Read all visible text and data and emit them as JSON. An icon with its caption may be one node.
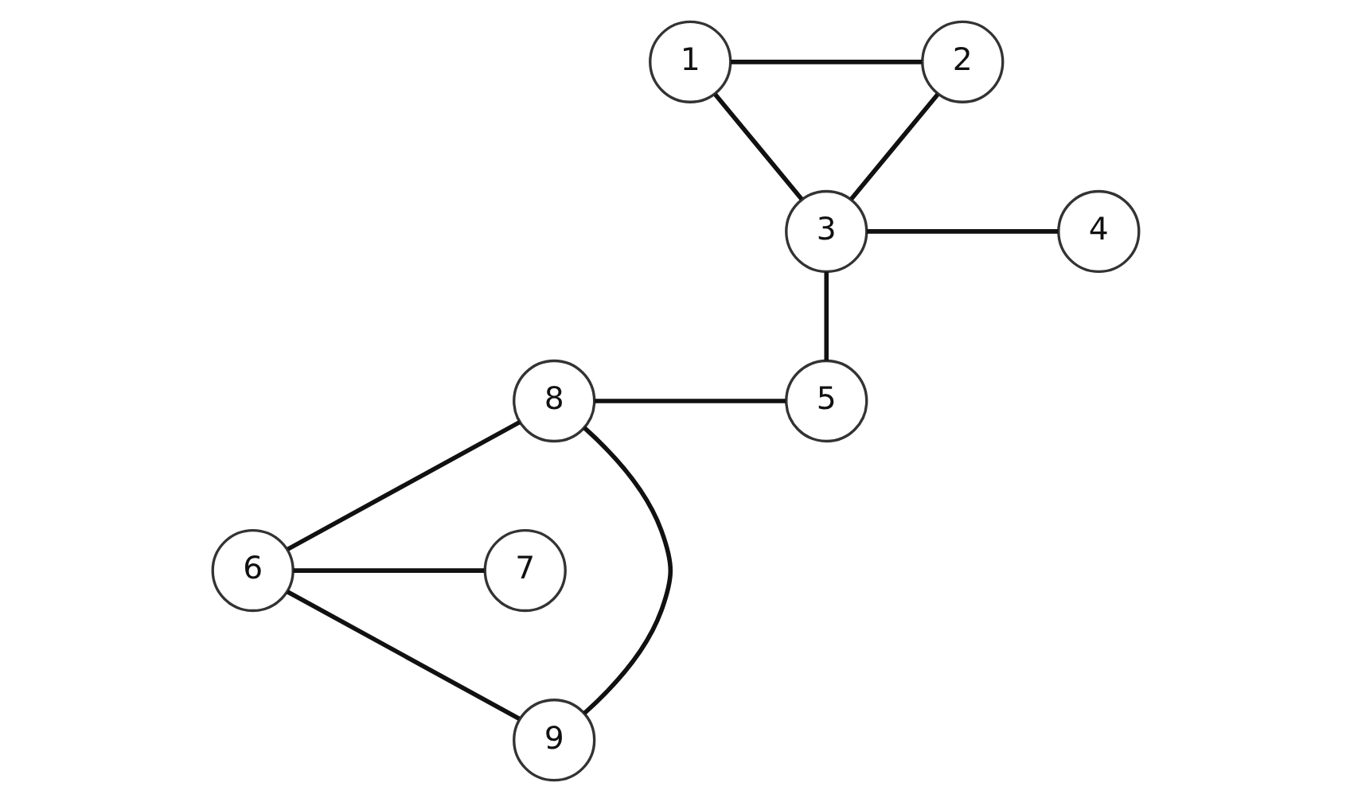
{
  "diagram": {
    "nodes": [
      {
        "text": [
          "1"
        ]
      },
      {
        "text": [
          "2"
        ]
      },
      {
        "text": [
          "3"
        ]
      },
      {
        "text": [
          "4"
        ]
      },
      {
        "text": [
          "8"
        ]
      },
      {
        "text": [
          "5"
        ]
      },
      {
        "text": [
          "7"
        ]
      },
      {
        "text": [
          "6"
        ]
      },
      {
        "text": [
          "9"
        ]
      }
    ],
    "edges": [
      {
        "from": 0,
        "to": 1,
        "arrow": "none"
      },
      {
        "from": 0,
        "to": 2,
        "arrow": "none"
      },
      {
        "from": 1,
        "to": 2,
        "arrow": "none"
      },
      {
        "from": 2,
        "to": 3,
        "arrow": "none"
      },
      {
        "from": 2,
        "to": 5,
        "arrow": "none"
      },
      {
        "from": 4,
        "to": 5,
        "arrow": "none"
      },
      {
        "from": 4,
        "to": 7,
        "arrow": "none"
      },
      {
        "from": 4,
        "to": 8,
        "arrow": "none"
      },
      {
        "from": 7,
        "to": 6,
        "arrow": "none"
      },
      {
        "from": 7,
        "to": 8,
        "arrow": "none"
      }
    ]
  }
}
